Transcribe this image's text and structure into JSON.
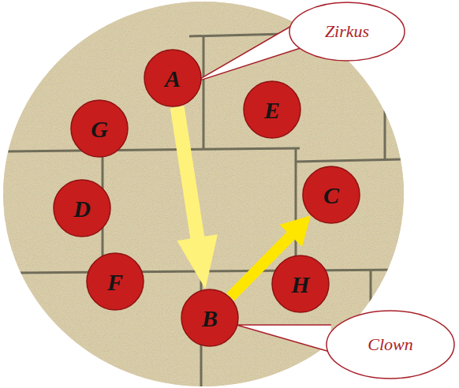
{
  "diagram": {
    "nodes": [
      {
        "text": [
          "Zirkus"
        ]
      },
      {
        "text": [
          "A"
        ]
      },
      {
        "text": [
          "E"
        ]
      },
      {
        "text": [
          "G"
        ]
      },
      {
        "text": [
          "C"
        ]
      },
      {
        "text": [
          "D"
        ]
      },
      {
        "text": [
          "F"
        ]
      },
      {
        "text": [
          "H"
        ]
      },
      {
        "text": [
          "B"
        ]
      },
      {
        "text": [
          "Clown"
        ]
      }
    ],
    "edges": [
      {
        "from": 1,
        "to": 8,
        "arrow": "to"
      },
      {
        "from": 8,
        "to": 4,
        "arrow": "to"
      }
    ]
  }
}
